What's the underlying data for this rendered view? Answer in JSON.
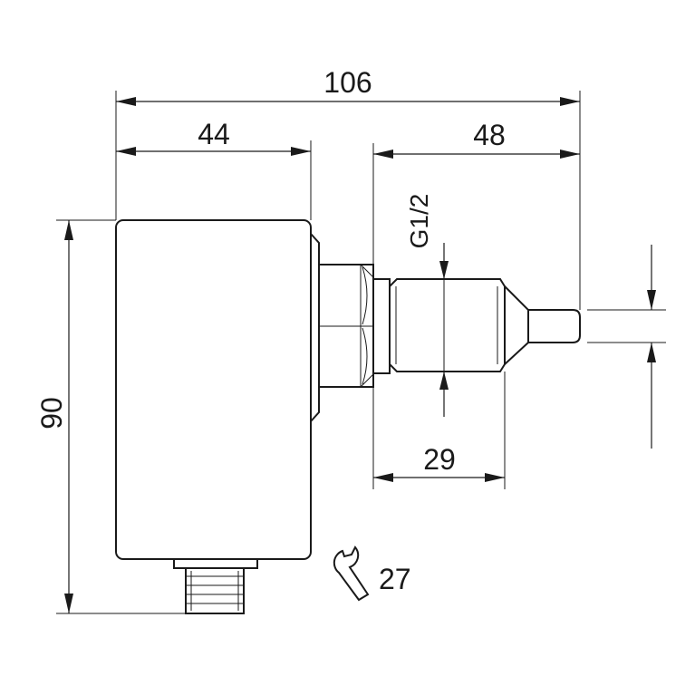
{
  "dimensions": {
    "overall_length": "106",
    "housing_depth": "44",
    "probe_length": "48",
    "housing_height": "90",
    "thread_length": "29",
    "wrench_size": "27"
  },
  "thread": {
    "label": "G1/2"
  },
  "icons": {
    "wrench": "wrench-icon"
  }
}
